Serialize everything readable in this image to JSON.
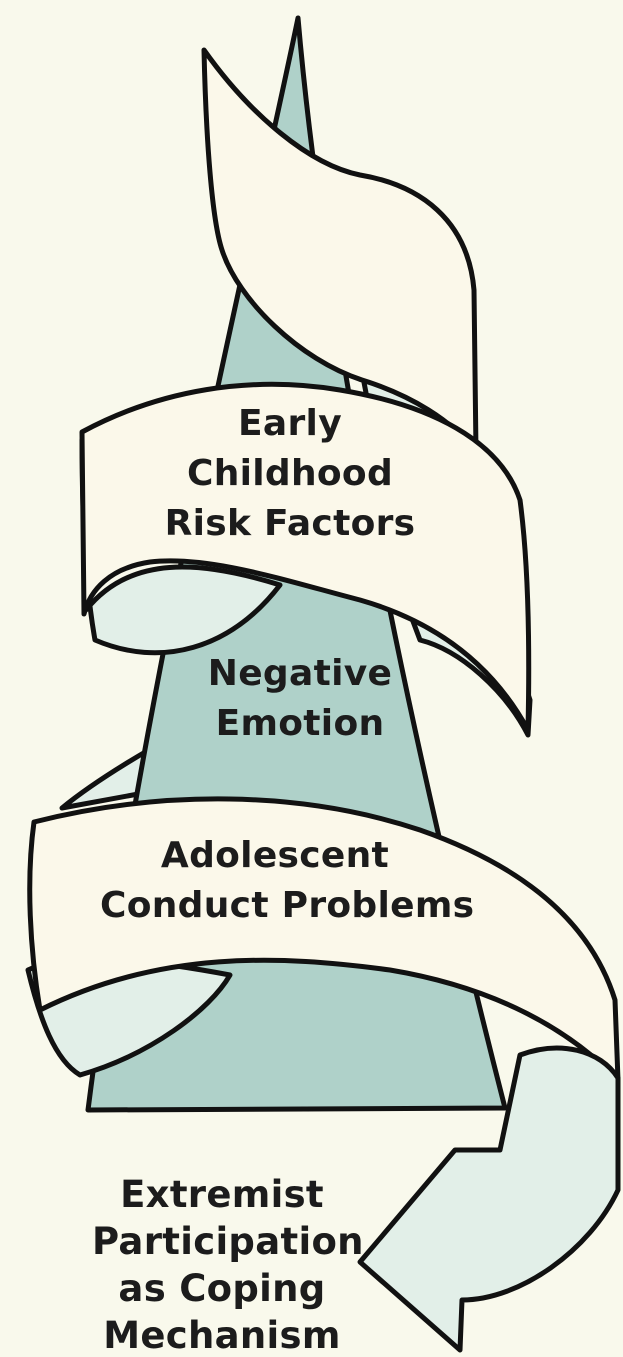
{
  "colors": {
    "background": "#f9f9ec",
    "spike": "#afd1c9",
    "ribbon_front": "#fbf8ea",
    "ribbon_back": "#e2efe8",
    "outline": "#111111",
    "text": "#1c1c1c"
  },
  "labels": {
    "stage1": [
      "Early",
      "Childhood",
      "Risk Factors"
    ],
    "stage2": [
      "Negative",
      "Emotion"
    ],
    "stage3": [
      "Adolescent",
      "Conduct Problems"
    ],
    "outcome": [
      "Extremist",
      "Participation",
      "as Coping",
      "Mechanism"
    ]
  }
}
